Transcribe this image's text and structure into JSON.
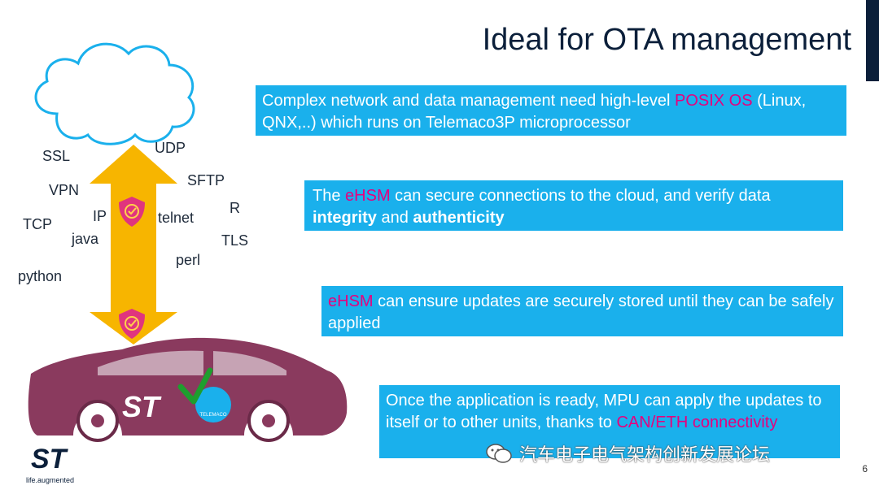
{
  "slide": {
    "title": "Ideal for OTA management",
    "page_number": "6"
  },
  "callouts": [
    {
      "parts": [
        {
          "text": "Complex network and data management need high-level ",
          "style": "normal"
        },
        {
          "text": "POSIX OS",
          "style": "pink"
        },
        {
          "text": " (Linux, QNX,..)  which runs on Telemaco3P microprocessor",
          "style": "normal"
        }
      ]
    },
    {
      "parts": [
        {
          "text": "The ",
          "style": "normal"
        },
        {
          "text": "eHSM",
          "style": "pink"
        },
        {
          "text": " can secure connections to the cloud, and verify data ",
          "style": "normal"
        },
        {
          "text": "integrity",
          "style": "bold"
        },
        {
          "text": " and ",
          "style": "normal"
        },
        {
          "text": "authenticity",
          "style": "bold"
        }
      ]
    },
    {
      "parts": [
        {
          "text": " eHSM",
          "style": "pink"
        },
        {
          "text": " can ensure updates are securely stored until they can be safely applied",
          "style": "normal"
        }
      ]
    },
    {
      "parts": [
        {
          "text": "Once the application is ready, MPU can apply the updates to itself or to other units, thanks to ",
          "style": "normal"
        },
        {
          "text": "CAN/ETH connectivity",
          "style": "pink"
        }
      ]
    }
  ],
  "protocols": [
    "SSL",
    "UDP",
    "SFTP",
    "VPN",
    "R",
    "IP",
    "telnet",
    "TCP",
    "java",
    "TLS",
    "perl",
    "python"
  ],
  "car": {
    "logo_text": "ST",
    "module_label": "TELEMACO"
  },
  "footer": {
    "logo_text": "ST",
    "tagline": "life.augmented"
  },
  "watermark": {
    "text": "汽车电子电气架构创新发展论坛"
  },
  "colors": {
    "callout_bg": "#1ab0ec",
    "highlight": "#e6007e",
    "car_body": "#8a3a5e",
    "arrow": "#f7b500",
    "cloud_stroke": "#1ab0ec",
    "check": "#1e9e2e",
    "title": "#0b1f3a"
  }
}
